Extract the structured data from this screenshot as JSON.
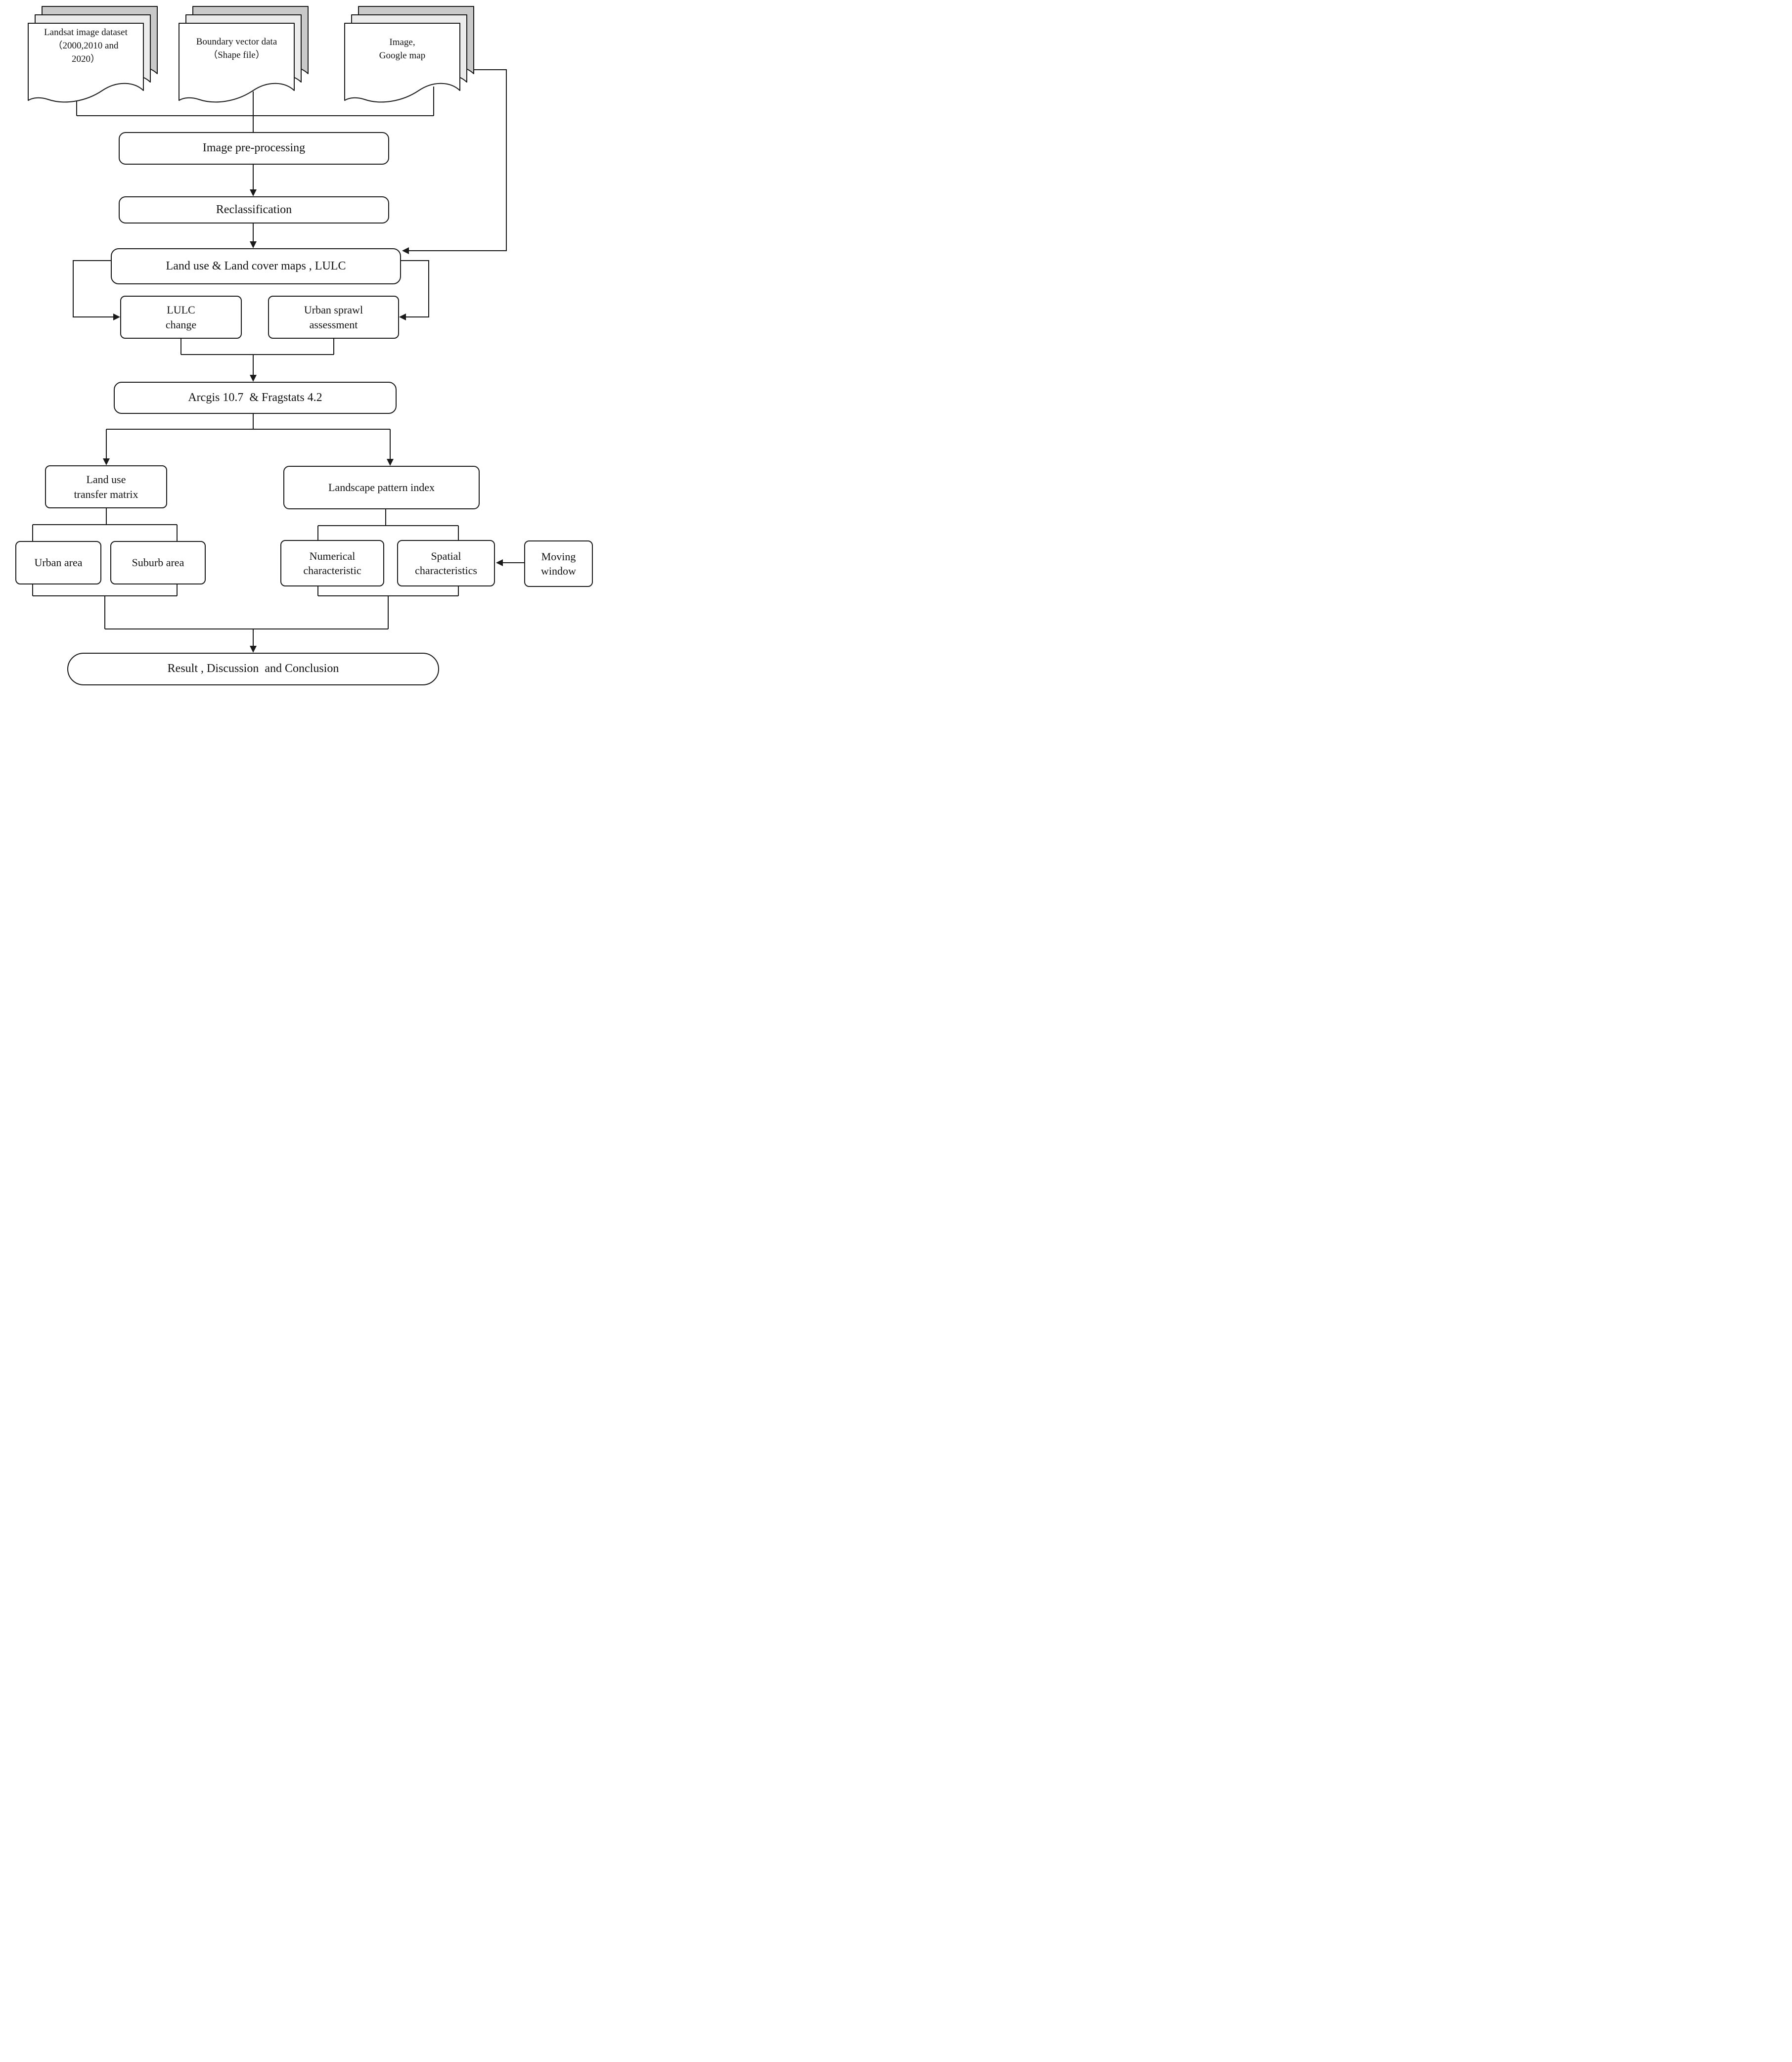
{
  "figure": {
    "type": "flowchart",
    "background": "#ffffff"
  },
  "colors": {
    "line": "#1a1a1a",
    "page_front": "#ffffff",
    "page_mid": "#ececec",
    "page_back": "#c9c9c9"
  },
  "sources": [
    {
      "id": "landsat",
      "label": "Landsat image dataset\n（2000,2010 and\n2020）"
    },
    {
      "id": "boundary",
      "label": "Boundary vector data\n（Shape file）"
    },
    {
      "id": "google",
      "label": "Image,\nGoogle map"
    }
  ],
  "nodes": {
    "preprocessing": {
      "label": "Image pre-processing"
    },
    "reclassification": {
      "label": "Reclassification"
    },
    "lulc": {
      "label": "Land use & Land cover maps , LULC"
    },
    "lulc_change": {
      "label": "LULC\nchange"
    },
    "urban_sprawl": {
      "label": "Urban sprawl\nassessment"
    },
    "arcgis": {
      "label": "Arcgis 10.7  & Fragstats 4.2"
    },
    "transfer_matrix": {
      "label": "Land use\ntransfer matrix"
    },
    "pattern_index": {
      "label": "Landscape pattern index"
    },
    "urban_area": {
      "label": "Urban area"
    },
    "suburb_area": {
      "label": "Suburb area"
    },
    "numerical": {
      "label": "Numerical\ncharacteristic"
    },
    "spatial": {
      "label": "Spatial\ncharacteristics"
    },
    "moving_window": {
      "label": "Moving\nwindow"
    },
    "result": {
      "label": "Result , Discussion  and Conclusion"
    }
  }
}
